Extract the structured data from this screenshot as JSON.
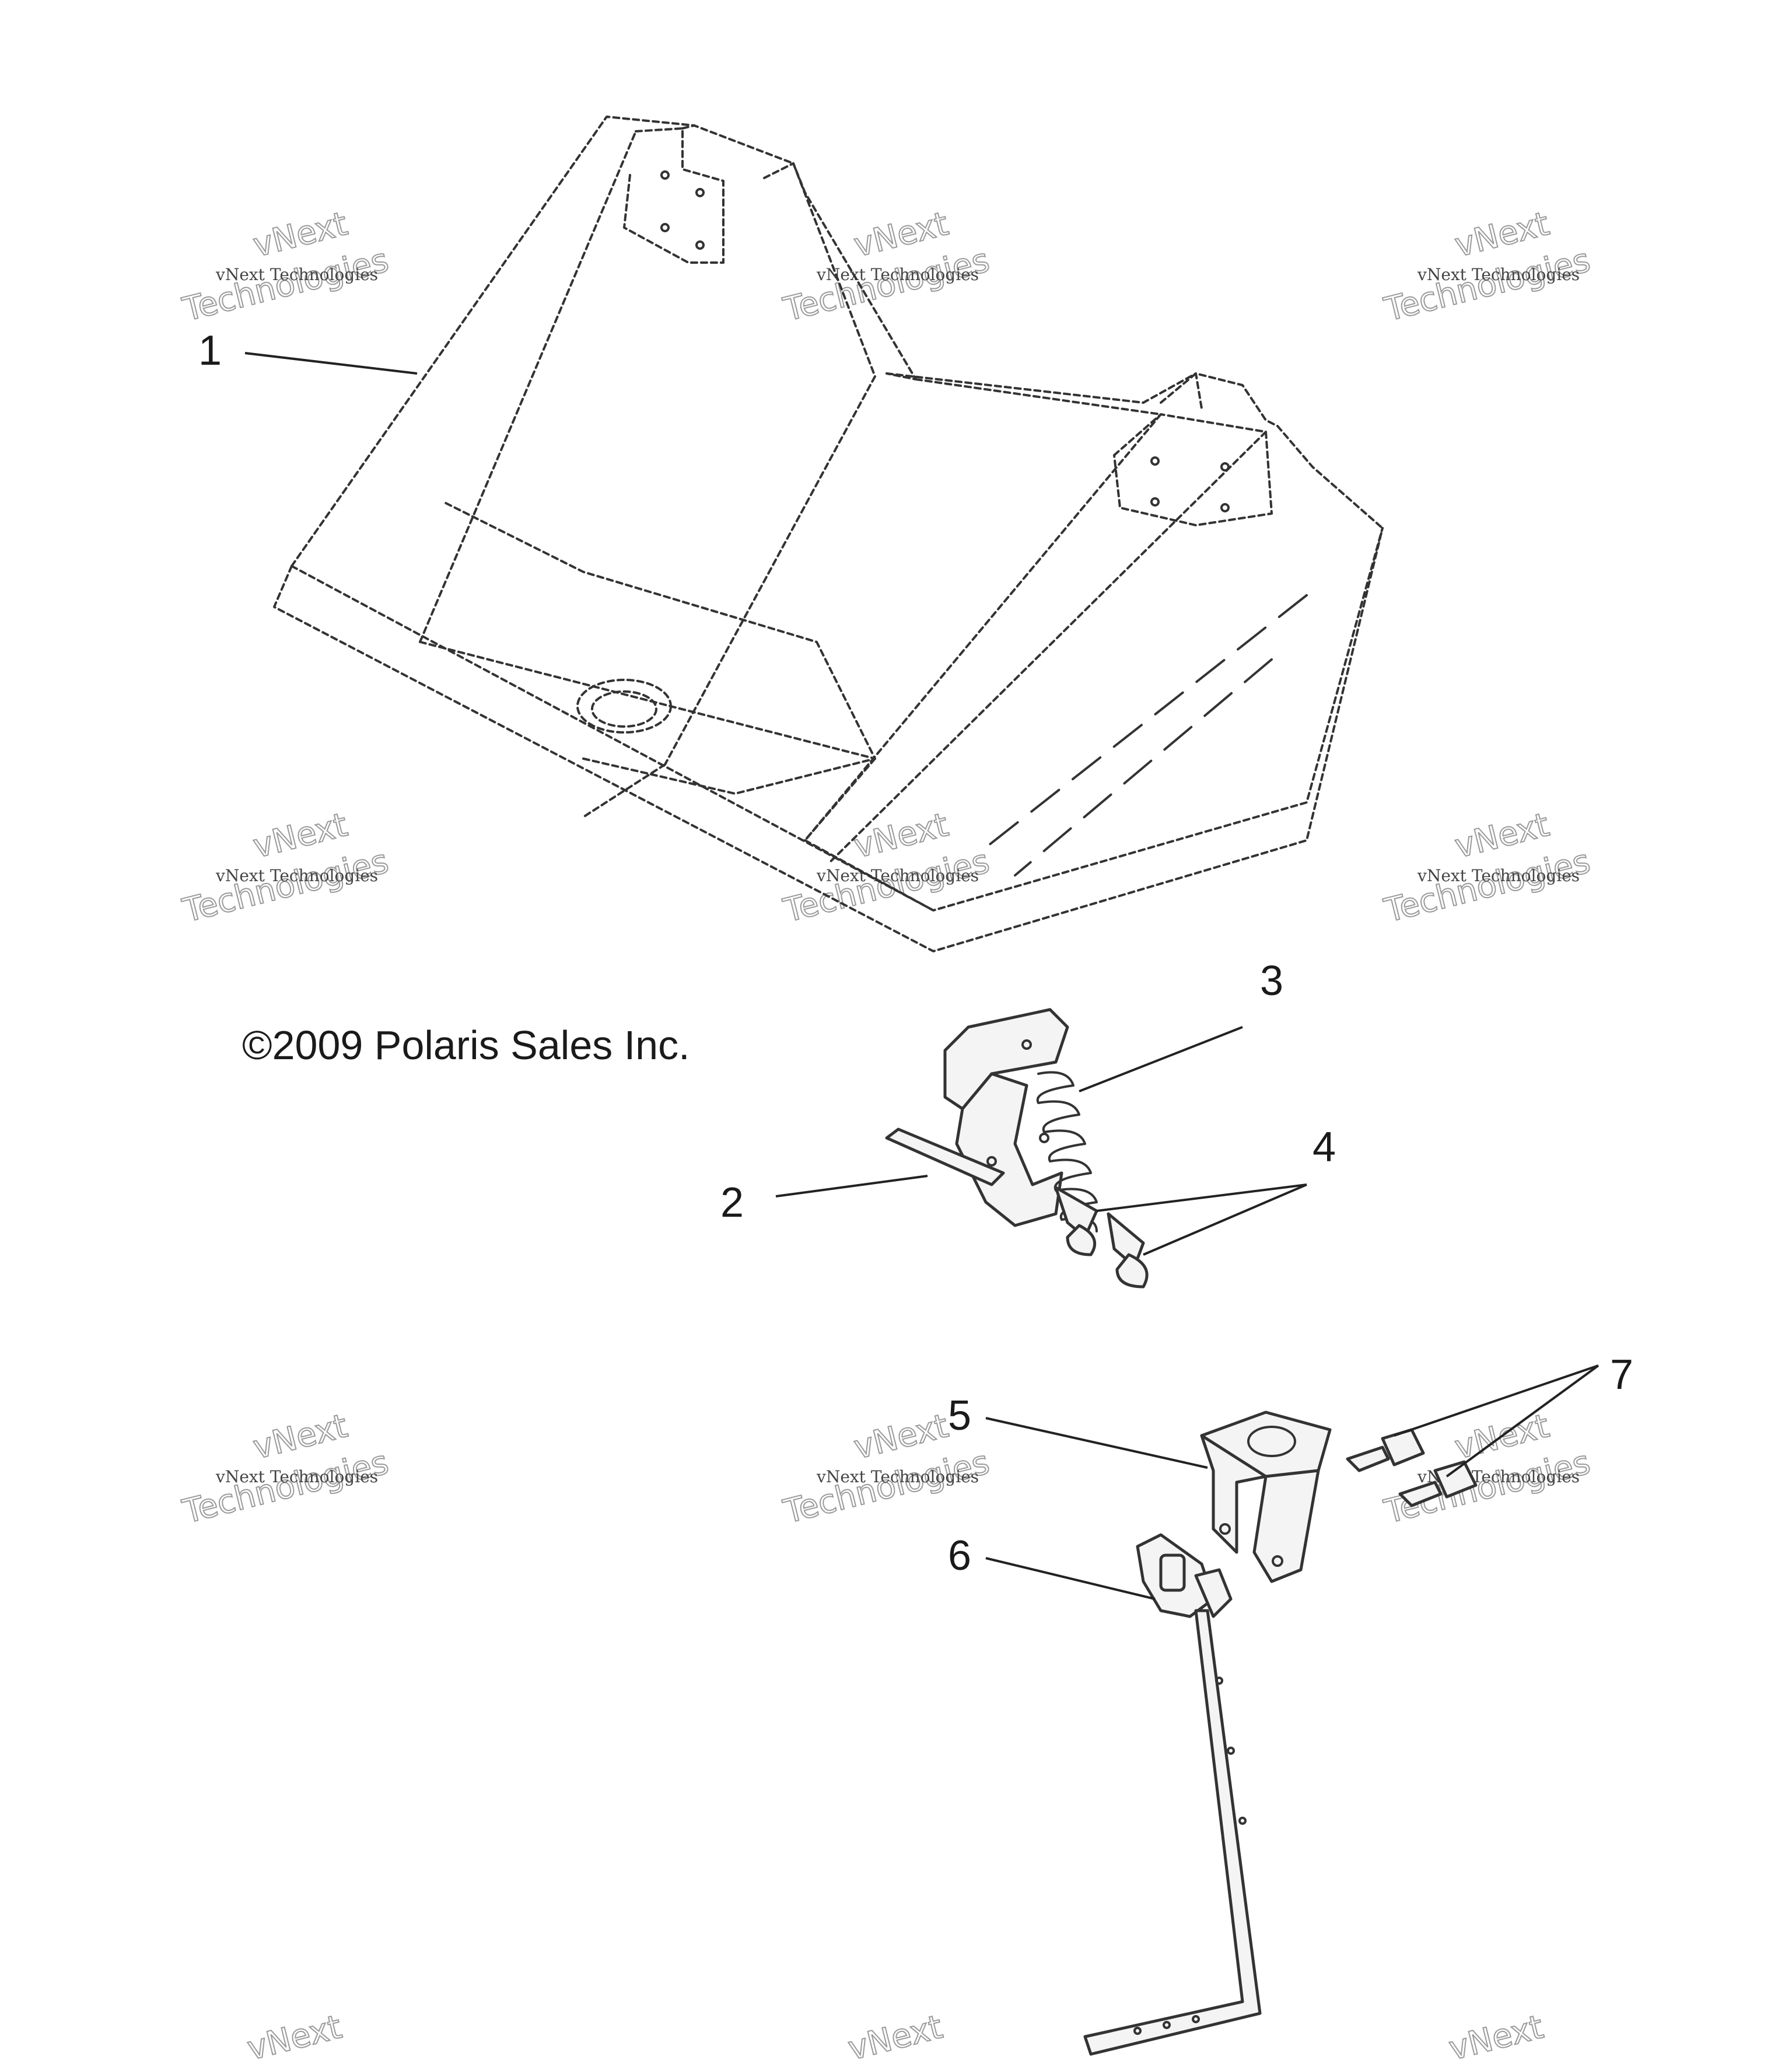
{
  "copyright": "©2009 Polaris Sales Inc.",
  "watermark": {
    "line_small": "vNext Technologies",
    "line_big_1": "vNext",
    "line_big_2": "Technologies"
  },
  "callouts": [
    "1",
    "2",
    "3",
    "4",
    "5",
    "6",
    "7"
  ],
  "parts": [
    "hood-panel",
    "latch-hook",
    "spring",
    "screw",
    "bracket",
    "latch-assembly",
    "bolt"
  ]
}
